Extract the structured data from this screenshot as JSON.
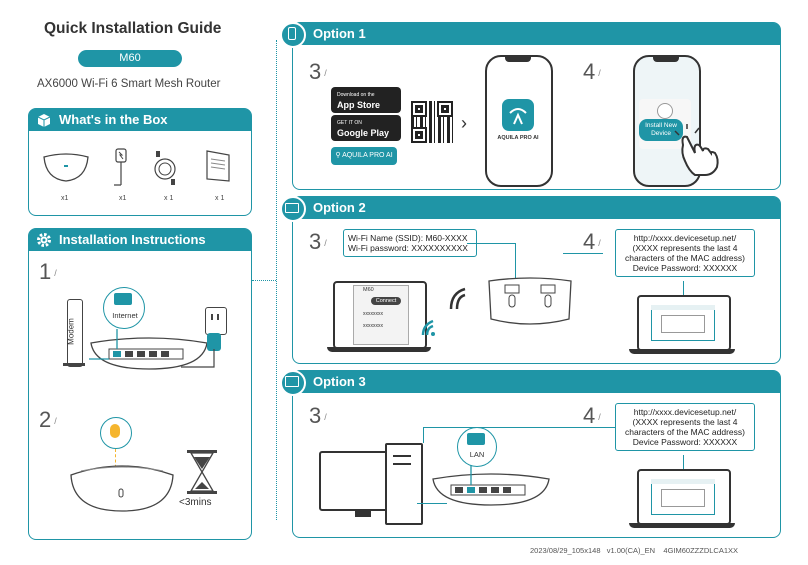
{
  "guide": {
    "title": "Quick Installation Guide",
    "model": "M60",
    "subtitle": "AX6000 Wi-Fi 6 Smart Mesh Router"
  },
  "box_section": {
    "title": "What's in the Box",
    "items": [
      {
        "icon": "router-icon",
        "qty": "x1"
      },
      {
        "icon": "power-adapter-icon",
        "qty": "x1"
      },
      {
        "icon": "ethernet-cable-icon",
        "qty": "x 1"
      },
      {
        "icon": "document-icon",
        "qty": "x 1"
      }
    ]
  },
  "install_section": {
    "title": "Installation Instructions",
    "step1_num": "1",
    "step2_num": "2",
    "modem_label": "Modem",
    "internet_label": "Internet",
    "time_label": "<3mins"
  },
  "option1": {
    "title": "Option 1",
    "step3_num": "3",
    "step4_num": "4",
    "app_store_small": "Download on the",
    "app_store": "App Store",
    "google_small": "GET IT ON",
    "google_play": "Google Play",
    "aquila_search": "AQUILA PRO AI",
    "app_name": "AQUILA PRO AI",
    "install_btn": "Install New Device"
  },
  "option2": {
    "title": "Option 2",
    "step3_num": "3",
    "step4_num": "4",
    "ssid_line": "Wi-Fi Name (SSID): M60-XXXX",
    "pw_line": "Wi-Fi password: XXXXXXXXXX",
    "wifi_net1": "M60",
    "connect": "Connect",
    "wifi_net2": "xxxxxxxx",
    "wifi_net3": "xxxxxxxx",
    "url_line1": "http://xxxx.devicesetup.net/",
    "url_line2": "(XXXX represents the last 4",
    "url_line3": "characters of the MAC address)",
    "url_line4": "Device Password: XXXXXX"
  },
  "option3": {
    "title": "Option 3",
    "step3_num": "3",
    "step4_num": "4",
    "lan_label": "LAN",
    "url_line1": "http://xxxx.devicesetup.net/",
    "url_line2": "(XXXX represents the last 4",
    "url_line3": "characters of the MAC address)",
    "url_line4": "Device Password: XXXXXX"
  },
  "footer": {
    "text": "2023/08/29_105x148   v1.00(CA)_EN    4GIM60ZZZDLCA1XX"
  },
  "colors": {
    "accent": "#1f95a6",
    "dark": "#333333"
  }
}
